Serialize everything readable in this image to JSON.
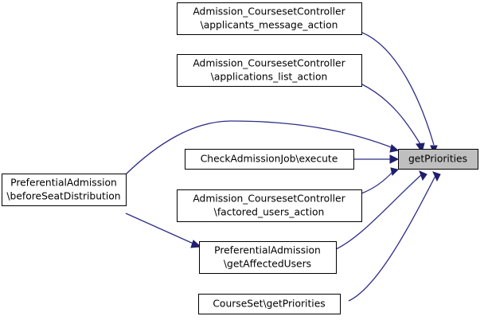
{
  "graph": {
    "title": "getPriorities caller graph",
    "type": "call-graph",
    "edge_color": "#2e2e86",
    "arrow_color": "#1f1f6e",
    "node_fill": "#ffffff",
    "node_border": "#000000",
    "highlight_fill": "#bfbfbf",
    "nodes": [
      {
        "id": "applicants_message_action",
        "line1": "Admission_CoursesetController",
        "line2": "\\applicants_message_action",
        "highlighted": false
      },
      {
        "id": "applications_list_action",
        "line1": "Admission_CoursesetController",
        "line2": "\\applications_list_action",
        "highlighted": false
      },
      {
        "id": "check_admission_job_execute",
        "line1": "CheckAdmissionJob\\execute",
        "line2": "",
        "highlighted": false
      },
      {
        "id": "before_seat_distribution",
        "line1": "PreferentialAdmission",
        "line2": "\\beforeSeatDistribution",
        "highlighted": false
      },
      {
        "id": "factored_users_action",
        "line1": "Admission_CoursesetController",
        "line2": "\\factored_users_action",
        "highlighted": false
      },
      {
        "id": "get_affected_users",
        "line1": "PreferentialAdmission",
        "line2": "\\getAffectedUsers",
        "highlighted": false
      },
      {
        "id": "courseset_get_priorities",
        "line1": "CourseSet\\getPriorities",
        "line2": "",
        "highlighted": false
      },
      {
        "id": "get_priorities",
        "line1": "getPriorities",
        "line2": "",
        "highlighted": true
      }
    ],
    "edges": [
      {
        "from": "applicants_message_action",
        "to": "get_priorities"
      },
      {
        "from": "applications_list_action",
        "to": "get_priorities"
      },
      {
        "from": "before_seat_distribution",
        "to": "get_priorities"
      },
      {
        "from": "check_admission_job_execute",
        "to": "get_priorities"
      },
      {
        "from": "factored_users_action",
        "to": "get_priorities"
      },
      {
        "from": "get_affected_users",
        "to": "get_priorities"
      },
      {
        "from": "courseset_get_priorities",
        "to": "get_priorities"
      },
      {
        "from": "before_seat_distribution",
        "to": "get_affected_users"
      }
    ]
  }
}
